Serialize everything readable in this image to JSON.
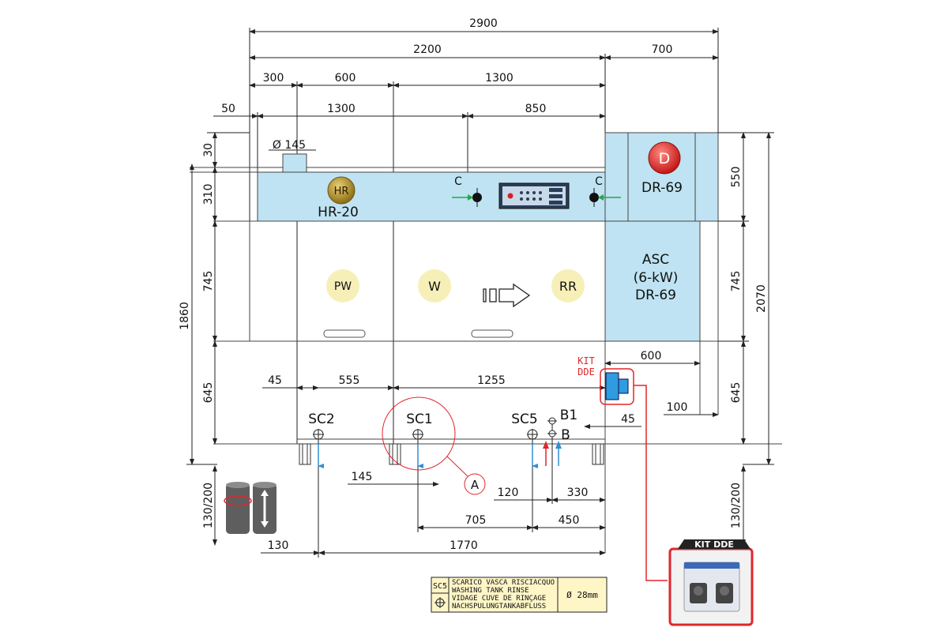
{
  "dimensions": {
    "top": [
      "2900",
      "2200",
      "700",
      "300",
      "600",
      "1300",
      "50",
      "1300",
      "850"
    ],
    "hood": [
      "Ø 145"
    ],
    "left": [
      "30",
      "310",
      "745",
      "1860",
      "645",
      "130/200"
    ],
    "right": [
      "550",
      "745",
      "2070",
      "645",
      "130/200"
    ],
    "bottom": [
      "45",
      "555",
      "1255",
      "600",
      "100",
      "45",
      "145",
      "120",
      "330",
      "705",
      "450",
      "130",
      "1770"
    ]
  },
  "modules": {
    "hr_badge": "HR",
    "hr_label": "HR-20",
    "d_badge": "D",
    "d_label": "DR-69",
    "asc_line1": "ASC",
    "asc_line2": "(6-kW)",
    "asc_line3": "DR-69",
    "pw": "PW",
    "w": "W",
    "rr": "RR",
    "c_left": "C",
    "c_right": "C"
  },
  "connections": {
    "sc2": "SC2",
    "sc1": "SC1",
    "sc5": "SC5",
    "b1": "B1",
    "b": "B",
    "detail": "A"
  },
  "kit": {
    "label_line1": "KIT",
    "label_line2": "DDE",
    "callout_title": "KIT DDE"
  },
  "legend": {
    "code": "SC5",
    "line1": "SCARICO VASCA RISCIACQUO",
    "line2": "WASHING TANK RINSE",
    "line3": "VIDAGE CUVE DE RINÇAGE",
    "line4": "NACHSPULUNGTANKABFLUSS",
    "diameter": "Ø 28mm"
  },
  "colors": {
    "module_fill": "#bfe3f2",
    "badge_fill": "#f7efb8",
    "hr_badge": "#b8962e",
    "d_badge": "#d92020",
    "callout_red": "#e0262c",
    "water_arrow": "#2f8fd8",
    "inlet_green": "#25a845"
  }
}
